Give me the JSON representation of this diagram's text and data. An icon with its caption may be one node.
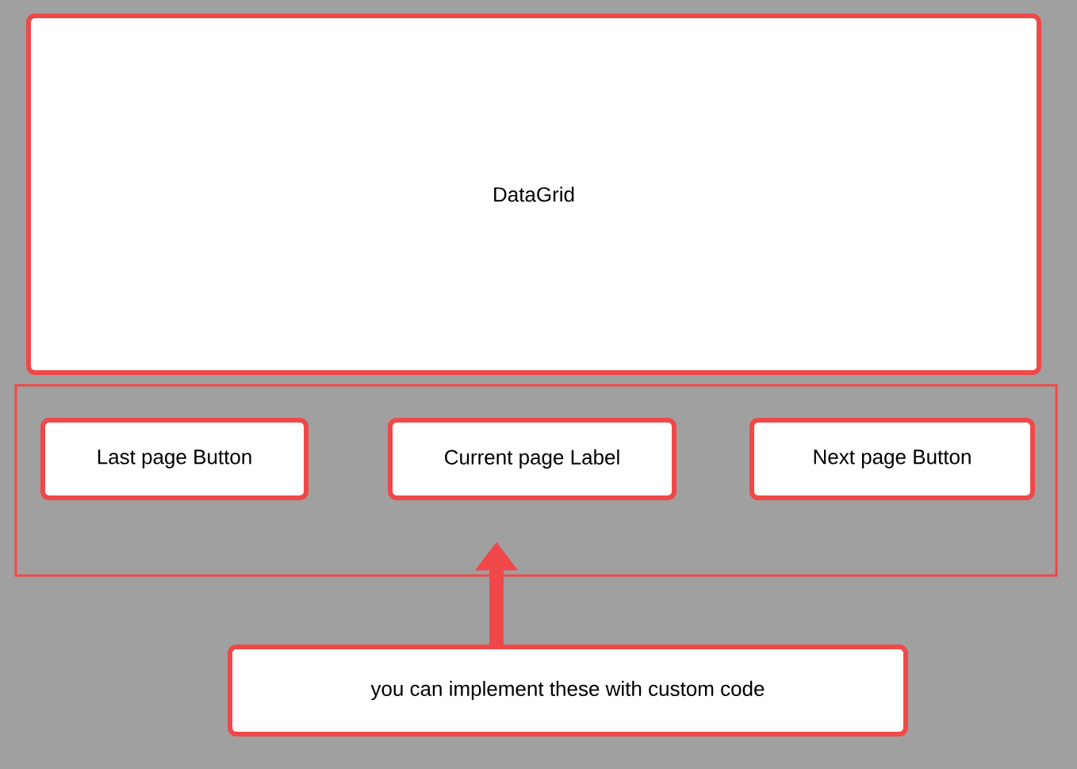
{
  "diagram": {
    "nodes": [
      {
        "text": [
          "DataGrid"
        ]
      },
      {
        "text": [],
        "shape": "box"
      },
      {
        "text": [
          "Last page Button"
        ],
        "in": 1
      },
      {
        "text": [
          "Current page Label"
        ],
        "in": 1
      },
      {
        "text": [
          "Next page Button"
        ],
        "in": 1
      },
      {
        "text": [
          "you can implement these with custom code"
        ]
      }
    ],
    "edges": [
      {
        "from": 5,
        "to": 1,
        "arrow": "to"
      }
    ]
  }
}
